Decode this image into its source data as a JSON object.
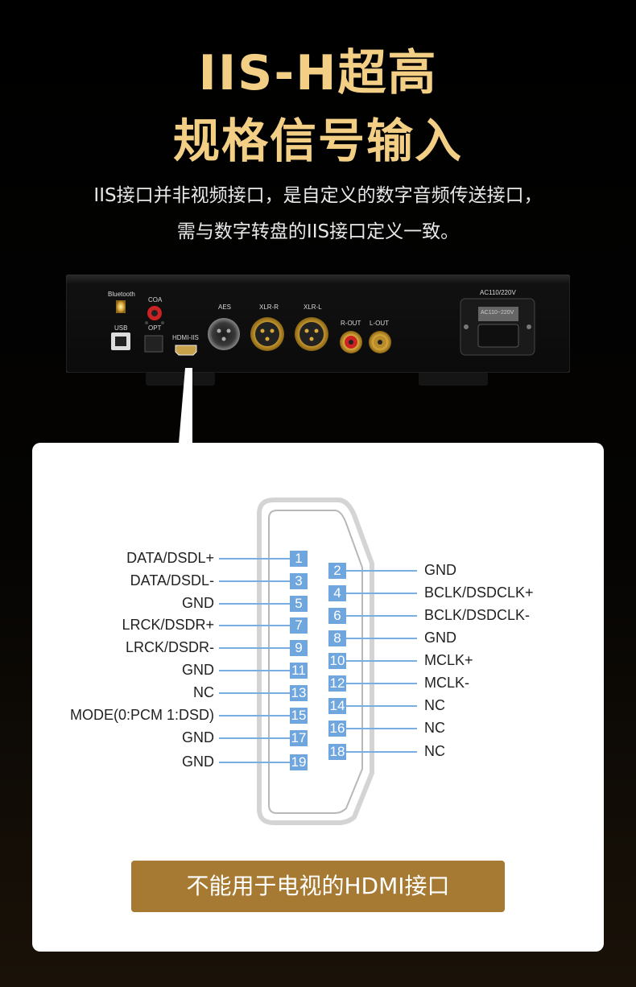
{
  "header": {
    "title_line1": "IIS-H超高",
    "title_line2": "规格信号输入",
    "subtitle_line1": "IIS接口并非视频接口，是自定义的数字音频传送接口，",
    "subtitle_line2": "需与数字转盘的IIS接口定义一致。"
  },
  "device": {
    "labels": {
      "bluetooth": "Bluetooth",
      "coa": "COA",
      "opt": "OPT",
      "usb": "USB",
      "hdmi_iis": "HDMI-IIS",
      "aes": "AES",
      "xlr_r": "XLR-R",
      "xlr_l": "XLR-L",
      "r_out": "R-OUT",
      "l_out": "L-OUT",
      "power": "AC110/220V",
      "power_inner": "AC110~220V"
    }
  },
  "pinout": {
    "left_pins": [
      {
        "pin": "1",
        "signal": "DATA/DSDL+"
      },
      {
        "pin": "3",
        "signal": "DATA/DSDL-"
      },
      {
        "pin": "5",
        "signal": "GND"
      },
      {
        "pin": "7",
        "signal": "LRCK/DSDR+"
      },
      {
        "pin": "9",
        "signal": "LRCK/DSDR-"
      },
      {
        "pin": "11",
        "signal": "GND"
      },
      {
        "pin": "13",
        "signal": "NC"
      },
      {
        "pin": "15",
        "signal": "MODE(0:PCM 1:DSD)"
      },
      {
        "pin": "17",
        "signal": "GND"
      },
      {
        "pin": "19",
        "signal": "GND"
      }
    ],
    "right_pins": [
      {
        "pin": "2",
        "signal": "GND"
      },
      {
        "pin": "4",
        "signal": "BCLK/DSDCLK+"
      },
      {
        "pin": "6",
        "signal": "BCLK/DSDCLK-"
      },
      {
        "pin": "8",
        "signal": "GND"
      },
      {
        "pin": "10",
        "signal": "MCLK+"
      },
      {
        "pin": "12",
        "signal": "MCLK-"
      },
      {
        "pin": "14",
        "signal": "NC"
      },
      {
        "pin": "16",
        "signal": "NC"
      },
      {
        "pin": "18",
        "signal": "NC"
      }
    ]
  },
  "note": "不能用于电视的HDMI接口",
  "colors": {
    "title": "#f3cf86",
    "pin_fill": "#6fa6de",
    "note_bg": "#a77a33"
  }
}
